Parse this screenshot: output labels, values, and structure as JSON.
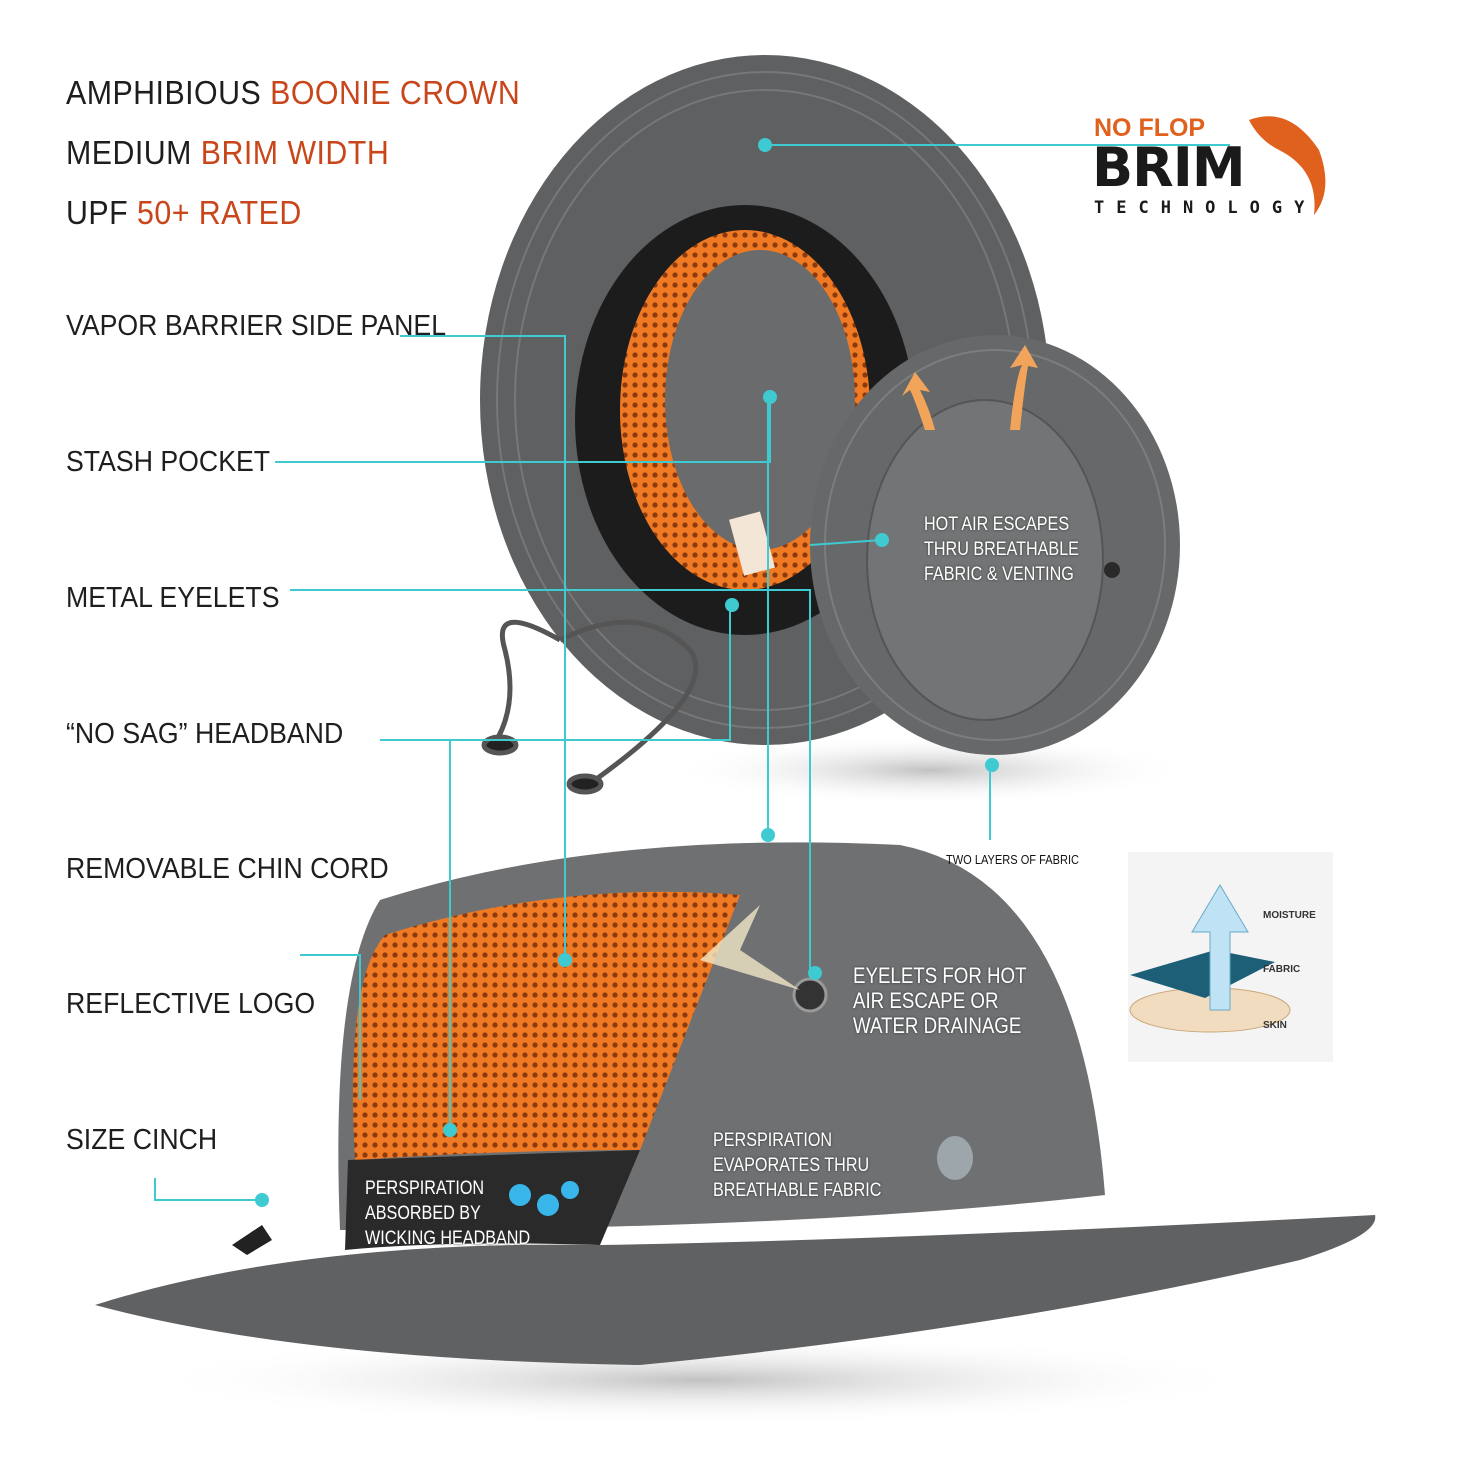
{
  "headline": [
    {
      "plain": "AMPHIBIOUS",
      "accent": "BOONIE CROWN"
    },
    {
      "plain": "MEDIUM",
      "accent": "BRIM WIDTH"
    },
    {
      "plain": "UPF",
      "accent": "50+ RATED"
    }
  ],
  "features": [
    "VAPOR BARRIER SIDE PANEL",
    "STASH POCKET",
    "METAL EYELETS",
    "“NO SAG” HEADBAND",
    "REMOVABLE CHIN CORD",
    "REFLECTIVE LOGO",
    "SIZE CINCH"
  ],
  "logo": {
    "line1": "NO FLOP",
    "line2": "BRIM",
    "line3": "TECHNOLOGY"
  },
  "notes": {
    "hot_air": "HOT AIR ESCAPES\nTHRU BREATHABLE\nFABRIC & VENTING",
    "two_layers": "TWO LAYERS OF FABRIC",
    "eyelets": "EYELETS FOR HOT\nAIR ESCAPE OR\nWATER DRAINAGE",
    "evaporates": "PERSPIRATION\nEVAPORATES THRU\nBREATHABLE FABRIC",
    "absorbed": "PERSPIRATION\nABSORBED BY\nWICKING HEADBAND"
  },
  "fabric_diagram": {
    "moisture": "MOISTURE",
    "fabric": "FABRIC",
    "skin": "SKIN"
  },
  "colors": {
    "accent": "#c9461b",
    "callout": "#3fcad2",
    "hat": "#6b6d6f",
    "mesh": "#f07a24"
  }
}
